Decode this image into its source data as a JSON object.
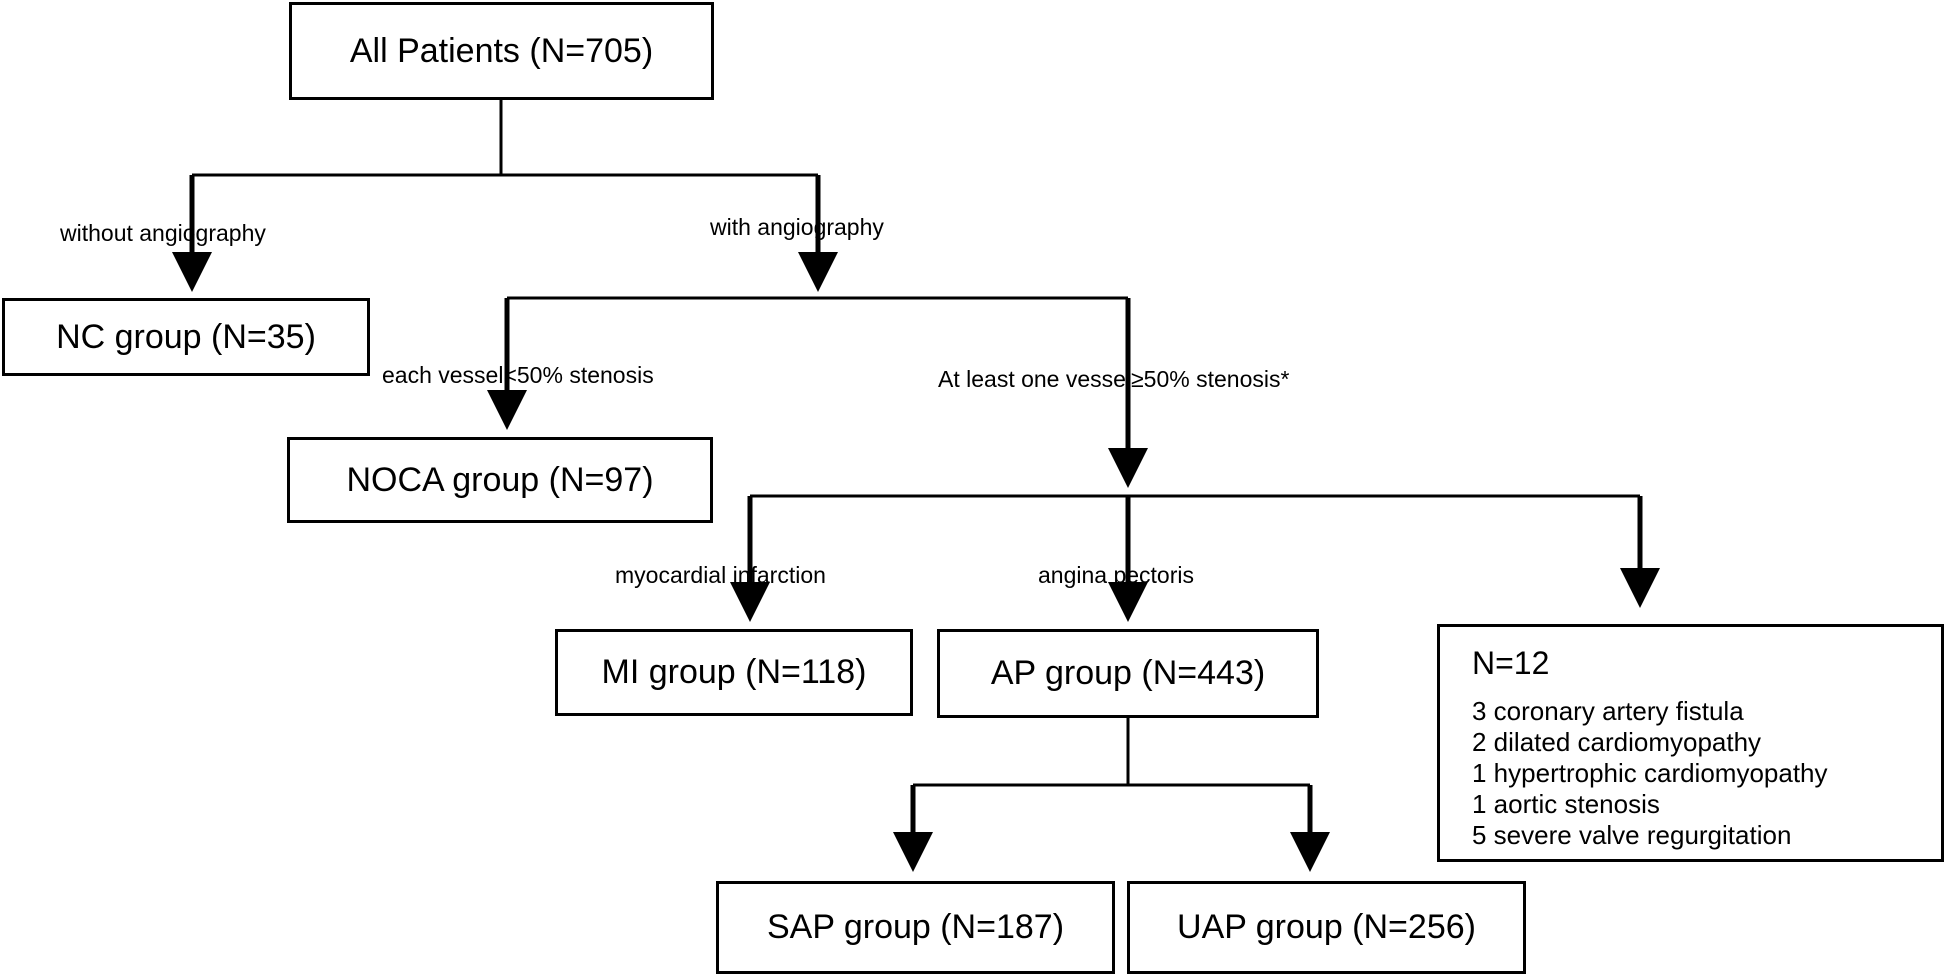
{
  "boxes": {
    "all": "All Patients (N=705)",
    "nc": "NC group (N=35)",
    "noca": "NOCA group (N=97)",
    "mi": "MI group (N=118)",
    "ap": "AP group (N=443)",
    "sap": "SAP group (N=187)",
    "uap": "UAP group (N=256)"
  },
  "labels": {
    "without_angiography": "without angiography",
    "with_angiography": "with angiography",
    "each_vessel": "each vessel<50% stenosis",
    "at_least_one": "At least one vessel≥50% stenosis*",
    "myocardial_infarction": "myocardial infarction",
    "angina_pectoris": "angina pectoris"
  },
  "other": {
    "heading": "N=12",
    "lines": [
      "3 coronary artery fistula",
      "2 dilated cardiomyopathy",
      "1 hypertrophic cardiomyopathy",
      "1 aortic stenosis",
      "5 severe valve regurgitation"
    ]
  }
}
